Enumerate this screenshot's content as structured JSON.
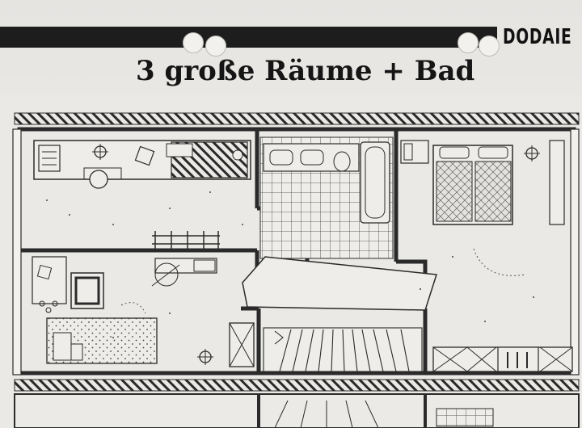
{
  "brand": {
    "text": "DODAIE",
    "color": "#111111"
  },
  "headline": {
    "text": "3 große Räume + Bad"
  },
  "colors": {
    "ink": "#2a2a2a",
    "paper": "#ebe9e6",
    "header_bar": "#1d1d1d"
  },
  "floor_plan": {
    "rooms": [
      {
        "name": "kitchen"
      },
      {
        "name": "bathroom"
      },
      {
        "name": "bedroom"
      },
      {
        "name": "living-room"
      },
      {
        "name": "hallway"
      },
      {
        "name": "staircase"
      }
    ]
  }
}
